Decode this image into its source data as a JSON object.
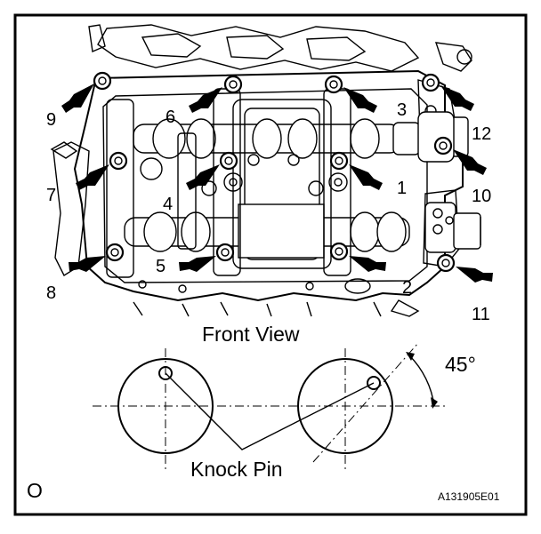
{
  "figure": {
    "bolt_numbers": [
      "1",
      "2",
      "3",
      "4",
      "5",
      "6",
      "7",
      "8",
      "9",
      "10",
      "11",
      "12"
    ],
    "caption_front_view": "Front View",
    "angle_label": "45°",
    "knock_pin_label": "Knock Pin",
    "corner_mark": "O",
    "figure_code": "A131905E01"
  }
}
